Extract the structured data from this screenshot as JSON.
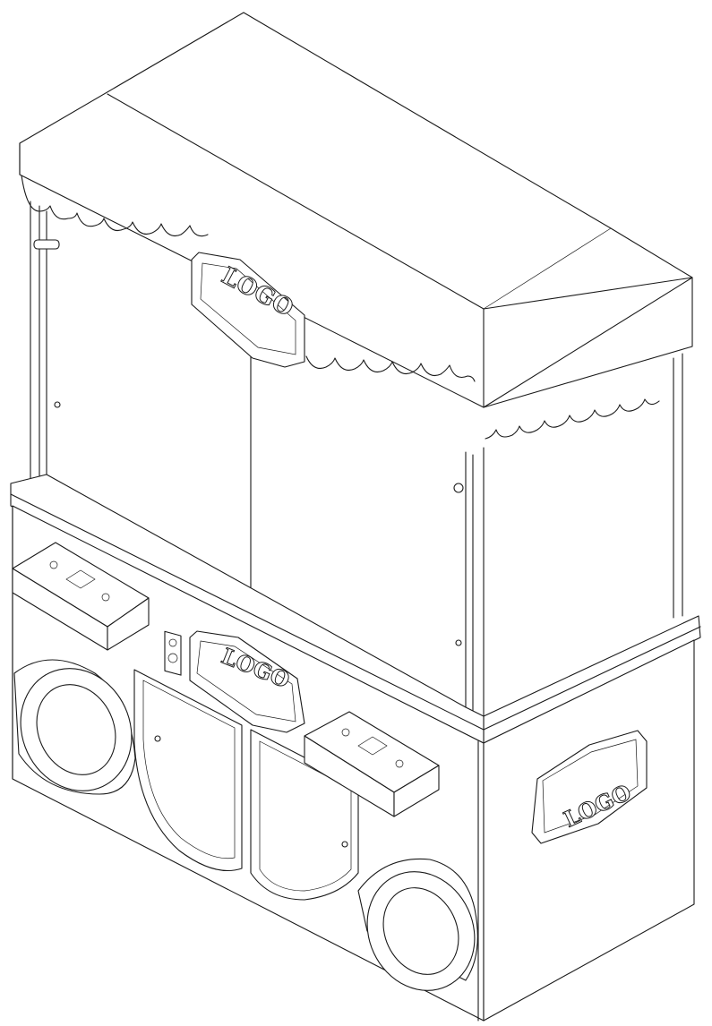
{
  "drawing": {
    "subject": "Claw crane arcade cabinet, isometric line drawing",
    "line_color": "#1a1a1a",
    "background_color": "#ffffff"
  },
  "logos": {
    "canopy_logo": "LOGO",
    "front_logo": "LOGO",
    "side_logo": "LOGO"
  },
  "parts": [
    "canopy-roof",
    "scalloped-valance",
    "glass-display-panels",
    "upper-rail",
    "lower-cabinet",
    "control-box-left",
    "control-box-right",
    "coin-mechanism",
    "prize-door-left",
    "prize-door-right",
    "speaker-left",
    "speaker-right"
  ]
}
